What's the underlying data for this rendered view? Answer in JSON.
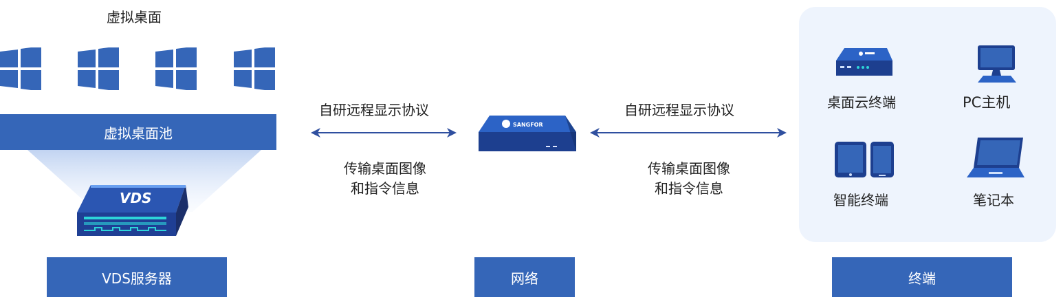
{
  "vds_section": {
    "title": "虚拟桌面",
    "pool_label": "虚拟桌面池",
    "server_logo": "VDS",
    "bottom_label": "VDS服务器",
    "icons": [
      "windows-icon",
      "windows-icon",
      "windows-icon",
      "windows-icon"
    ]
  },
  "left_link": {
    "protocol": "自研远程显示协议",
    "desc_line1": "传输桌面图像",
    "desc_line2": "和指令信息"
  },
  "network_section": {
    "device_brand": "SANGFOR",
    "bottom_label": "网络"
  },
  "right_link": {
    "protocol": "自研远程显示协议",
    "desc_line1": "传输桌面图像",
    "desc_line2": "和指令信息"
  },
  "terminal_section": {
    "items": [
      {
        "label": "桌面云终端",
        "icon": "cloud-terminal-icon"
      },
      {
        "label": "PC主机",
        "icon": "pc-icon"
      },
      {
        "label": "智能终端",
        "icon": "smart-device-icon"
      },
      {
        "label": "笔记本",
        "icon": "laptop-icon"
      }
    ],
    "bottom_label": "终端"
  },
  "colors": {
    "primary_blue": "#3566b8",
    "dark_blue": "#1d3f8f",
    "panel_bg": "#eef4fd",
    "arrow": "#2f4f9f"
  }
}
